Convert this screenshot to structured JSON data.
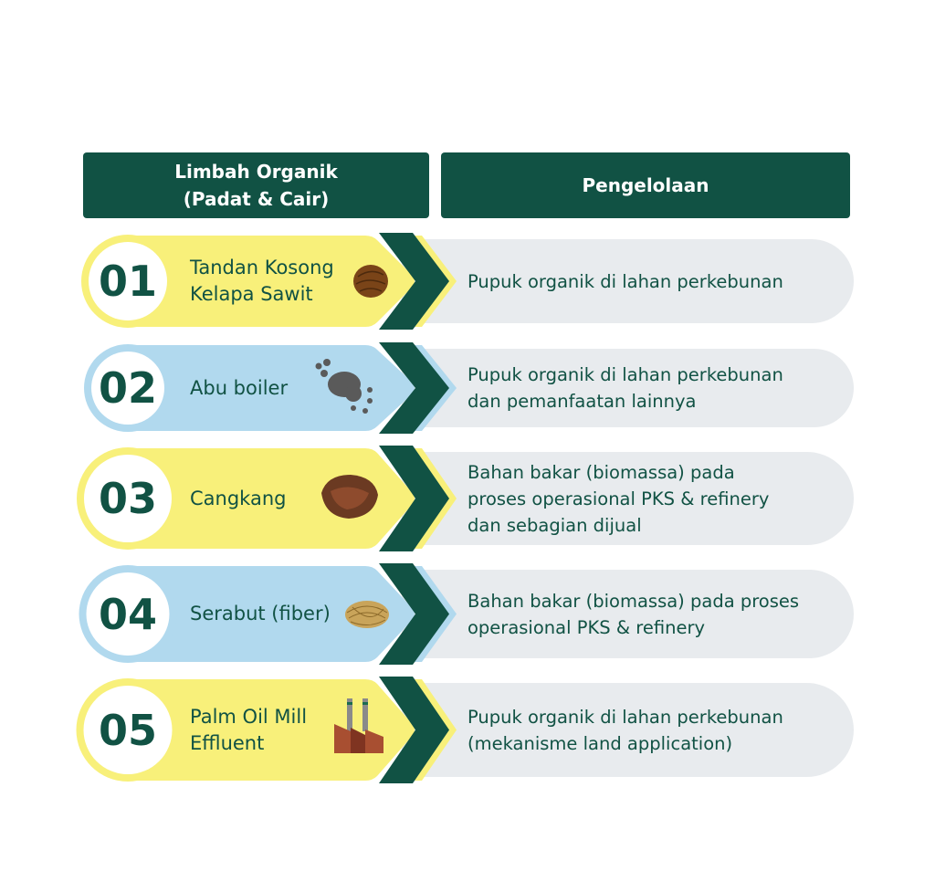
{
  "header": {
    "left_title": "Limbah Organik\n(Padat & Cair)",
    "left_line1": "Limbah Organik",
    "left_line2": "(Padat & Cair)",
    "right_title": "Pengelolaan"
  },
  "colors": {
    "dark_green": "#115244",
    "yellow": "#f8f07a",
    "blue": "#b1d9ee",
    "gray": "#e8ebee"
  },
  "rows": [
    {
      "number": "01",
      "label_lines": [
        "Tandan Kosong",
        "Kelapa Sawit"
      ],
      "icon": "palm-bunch-icon",
      "theme": "yellow",
      "desc_lines": [
        "Pupuk organik di lahan perkebunan"
      ]
    },
    {
      "number": "02",
      "label_lines": [
        "Abu boiler"
      ],
      "icon": "ash-icon",
      "theme": "blue",
      "desc_lines": [
        "Pupuk organik di lahan perkebunan",
        "dan pemanfaatan lainnya"
      ]
    },
    {
      "number": "03",
      "label_lines": [
        "Cangkang"
      ],
      "icon": "shell-icon",
      "theme": "yellow",
      "desc_lines": [
        "Bahan bakar (biomassa) pada",
        "proses operasional PKS & refinery",
        "dan sebagian dijual"
      ]
    },
    {
      "number": "04",
      "label_lines": [
        "Serabut (fiber)"
      ],
      "icon": "fiber-icon",
      "theme": "blue",
      "desc_lines": [
        "Bahan bakar (biomassa) pada proses",
        "operasional PKS & refinery"
      ]
    },
    {
      "number": "05",
      "label_lines": [
        "Palm Oil Mill",
        "Effluent"
      ],
      "icon": "factory-icon",
      "theme": "yellow",
      "desc_lines": [
        "Pupuk organik di lahan perkebunan",
        "(mekanisme land application)"
      ]
    }
  ]
}
